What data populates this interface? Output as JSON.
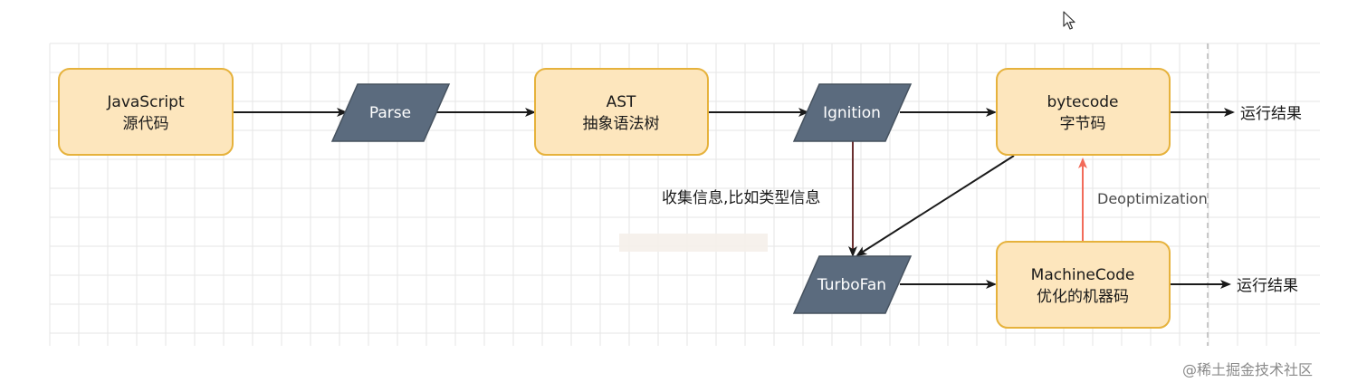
{
  "nodes": {
    "javascript": {
      "line1": "JavaScript",
      "line2": "源代码"
    },
    "parse": {
      "label": "Parse"
    },
    "ast": {
      "line1": "AST",
      "line2": "抽象语法树"
    },
    "ignition": {
      "label": "Ignition"
    },
    "bytecode": {
      "line1": "bytecode",
      "line2": "字节码"
    },
    "turbofan": {
      "label": "TurboFan"
    },
    "machinecode": {
      "line1": "MachineCode",
      "line2": "优化的机器码"
    }
  },
  "edges": {
    "collect_info": "收集信息,比如类型信息",
    "deoptimization": "Deoptimization",
    "result_top": "运行结果",
    "result_bottom": "运行结果"
  },
  "watermark": "@稀土掘金技术社区",
  "colors": {
    "process_fill": "#fde6bd",
    "process_stroke": "#e6b23c",
    "io_fill": "#5b6b7e",
    "edge": "#1a1a1a",
    "edge_deopt": "#f26b5a",
    "grid": "#e6e6e6"
  },
  "icons": {
    "cursor": "mouse-pointer-icon"
  }
}
